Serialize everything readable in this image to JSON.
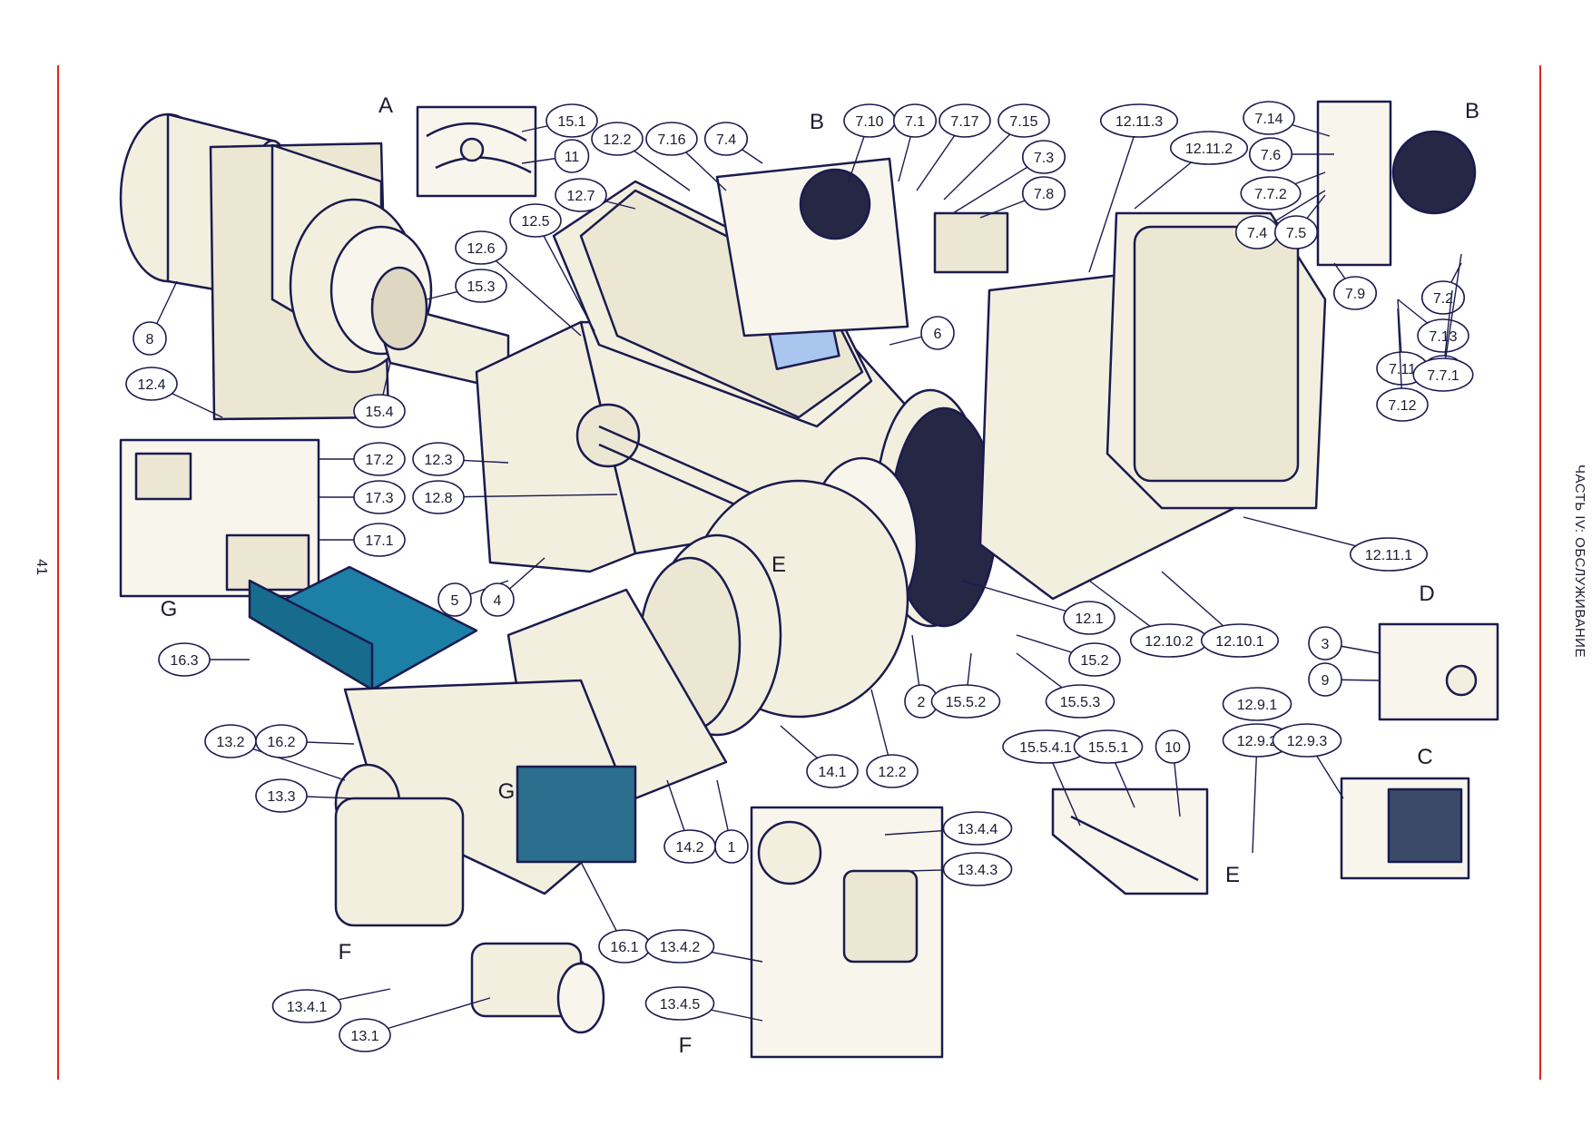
{
  "page": {
    "number": "41",
    "section_title": "ЧАСТЬ IV: ОБСЛУЖИВАНИЕ",
    "accent_color": "#e2231a",
    "line_color": "#1b1b4f",
    "panel_color": "#1c7fa6"
  },
  "view_labels": [
    "A",
    "B",
    "B",
    "C",
    "D",
    "E",
    "E",
    "F",
    "F",
    "G",
    "G"
  ],
  "callouts": [
    "15.1",
    "11",
    "12.2",
    "7.16",
    "7.4",
    "7.10",
    "7.1",
    "7.17",
    "7.15",
    "12.11.3",
    "7.14",
    "12.7",
    "7.3",
    "7.8",
    "12.11.2",
    "7.6",
    "7.7.2",
    "7.4",
    "7.5",
    "12.5",
    "12.6",
    "15.3",
    "8",
    "7.9",
    "7.2",
    "6",
    "12.4",
    "7.13",
    "7.4",
    "7.11",
    "7.7.1",
    "15.4",
    "7.12",
    "17.2",
    "12.3",
    "17.3",
    "12.8",
    "17.1",
    "12.11.1",
    "5",
    "4",
    "12.1",
    "12.10.2",
    "12.10.1",
    "3",
    "16.3",
    "15.2",
    "9",
    "2",
    "15.5.2",
    "15.5.3",
    "12.9.1",
    "13.2",
    "16.2",
    "12.9.2",
    "12.9.3",
    "15.5.4.1",
    "15.5.1",
    "10",
    "14.1",
    "12.2",
    "13.3",
    "13.4.4",
    "14.2",
    "1",
    "13.4.3",
    "16.1",
    "13.4.2",
    "13.4.1",
    "13.4.5",
    "13.1"
  ]
}
